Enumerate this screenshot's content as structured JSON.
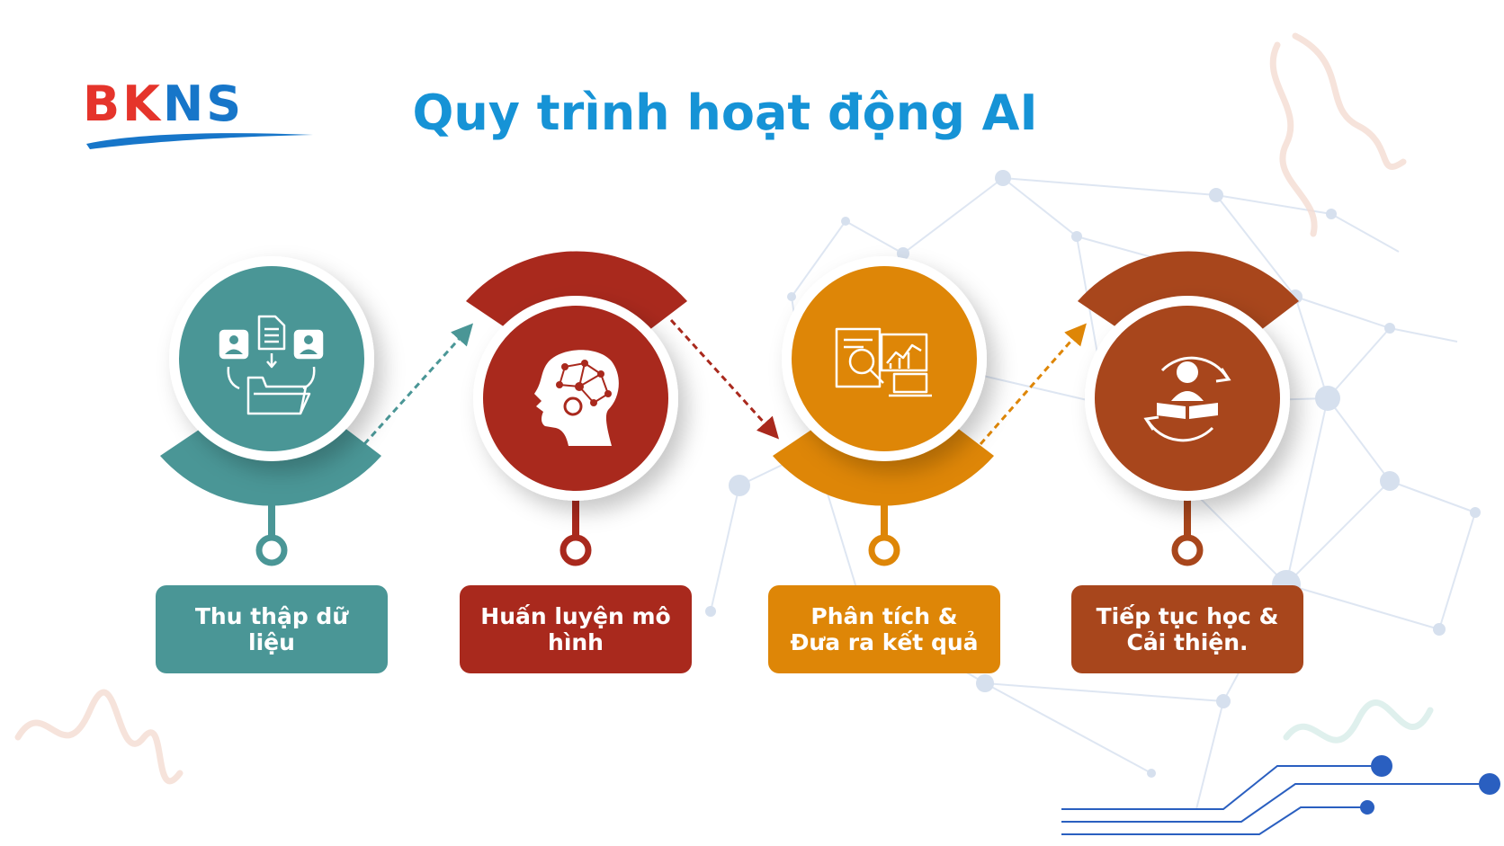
{
  "logo": {
    "part1": "BK",
    "part2": "NS"
  },
  "title": "Quy trình hoạt động AI",
  "steps": [
    {
      "label": "Thu thập dữ liệu",
      "icon": "data-collection-icon",
      "color": "#4a9696"
    },
    {
      "label": "Huấn luyện mô hình",
      "icon": "brain-network-icon",
      "color": "#a9291d"
    },
    {
      "label": "Phân tích & Đưa ra kết quả",
      "icon": "analytics-report-icon",
      "color": "#de8607"
    },
    {
      "label": "Tiếp tục học & Cải thiện.",
      "icon": "learning-cycle-icon",
      "color": "#a8461c"
    }
  ],
  "colors": {
    "title": "#1693d6",
    "logo_red": "#e5342b",
    "logo_blue": "#1776c9"
  }
}
